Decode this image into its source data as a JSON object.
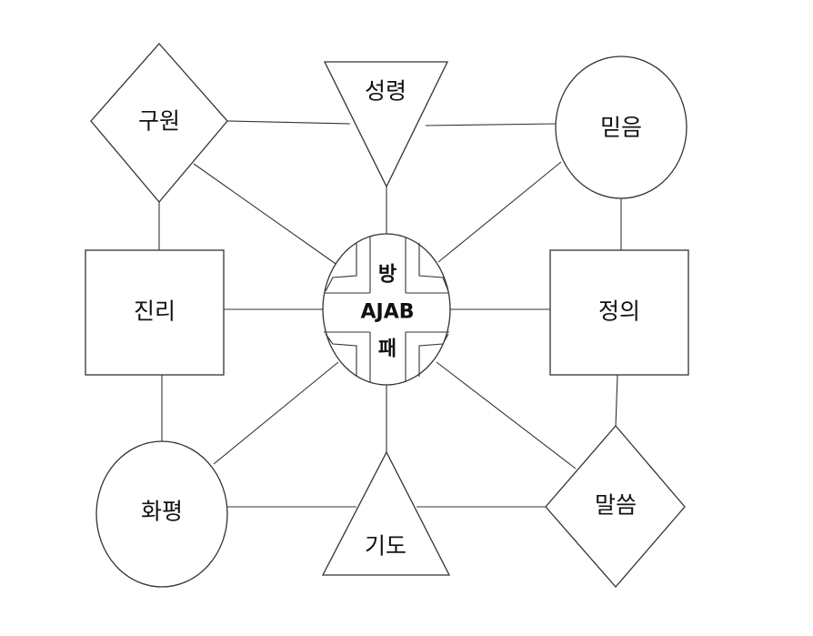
{
  "nodes": {
    "salvation": "구원",
    "holy_spirit": "성령",
    "faith": "믿음",
    "truth": "진리",
    "righteousness": "정의",
    "peace": "화평",
    "prayer": "기도",
    "word": "말씀"
  },
  "center": {
    "top": "방",
    "middle": "AJAB",
    "bottom": "패"
  }
}
